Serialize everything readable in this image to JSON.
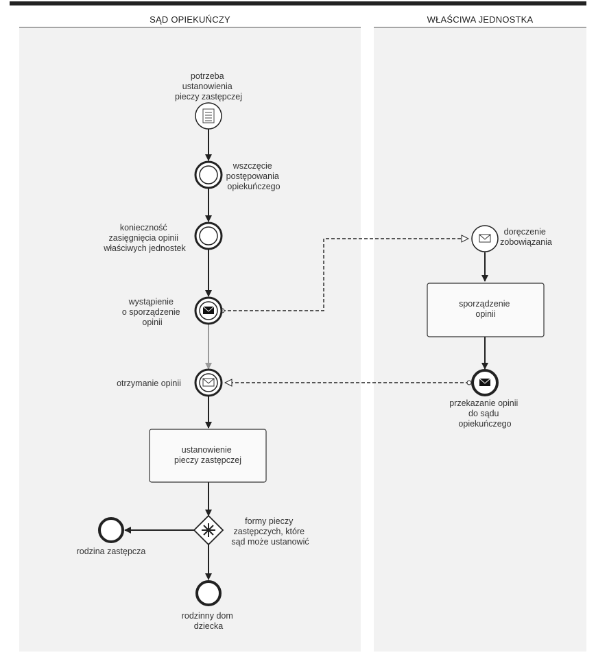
{
  "lanes": {
    "left": {
      "title": "SĄD OPIEKUŃCZY"
    },
    "right": {
      "title": "WŁAŚCIWA JEDNOSTKA"
    }
  },
  "events": {
    "start": {
      "label": [
        "potrzeba",
        "ustanowienia",
        "pieczy zastępczej"
      ],
      "icon": "document-icon"
    },
    "wszczecie": {
      "label": [
        "wszczęcie",
        "postępowania",
        "opiekuńczego"
      ]
    },
    "koniecznosc": {
      "label": [
        "konieczność",
        "zasięgnięcia opinii",
        "właściwych jednostek"
      ]
    },
    "wystapienie": {
      "label": [
        "wystąpienie",
        "o sporządzenie",
        "opinii"
      ],
      "icon": "envelope-filled-icon"
    },
    "otrzymanie": {
      "label": [
        "otrzymanie opinii"
      ],
      "icon": "envelope-icon"
    },
    "rodzina": {
      "label": [
        "rodzina zastępcza"
      ]
    },
    "dom": {
      "label": [
        "rodzinny dom",
        "dziecka"
      ]
    },
    "doreczenie": {
      "label": [
        "doręczenie",
        "zobowiązania"
      ],
      "icon": "envelope-icon"
    },
    "przekazanie": {
      "label": [
        "przekazanie opinii",
        "do sądu",
        "opiekuńczego"
      ],
      "icon": "envelope-filled-icon"
    }
  },
  "tasks": {
    "ustanowienie": {
      "label": [
        "ustanowienie",
        "pieczy zastępczej"
      ]
    },
    "sporzadzenie": {
      "label": [
        "sporządzenie",
        "opinii"
      ]
    }
  },
  "gateway": {
    "label": [
      "formy pieczy",
      "zastępczych, które",
      "sąd może ustanowić"
    ],
    "icon": "complex-gateway-icon"
  },
  "colors": {
    "lane_bg": "#f2f2f2",
    "stroke": "#222222",
    "grey_flow": "#9a9a9a",
    "top_bar": "#222222"
  }
}
